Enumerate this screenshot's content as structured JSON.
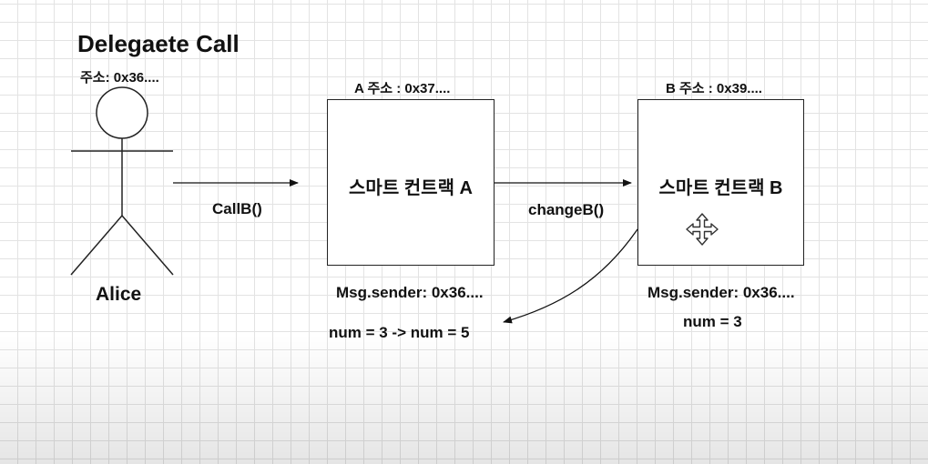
{
  "title": "Delegaete Call",
  "alice": {
    "address": "주소: 0x36....",
    "name": "Alice"
  },
  "contract_a": {
    "address": "A 주소 : 0x37....",
    "label": "스마트 컨트랙 A",
    "msg_sender": "Msg.sender: 0x36....",
    "state": "num = 3 -> num = 5"
  },
  "contract_b": {
    "address": "B 주소 : 0x39....",
    "label": "스마트 컨트랙 B",
    "msg_sender": "Msg.sender: 0x36....",
    "state": "num = 3"
  },
  "calls": {
    "alice_to_a": "CallB()",
    "a_to_b": "changeB()"
  },
  "icons": [
    "move-icon"
  ]
}
